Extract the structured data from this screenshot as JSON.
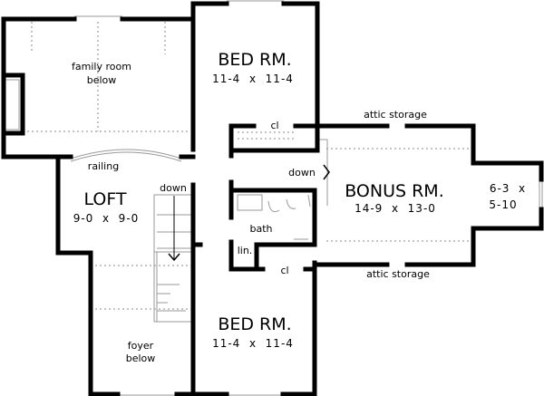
{
  "rooms": {
    "family": {
      "label1": "family room",
      "label2": "below"
    },
    "bed1": {
      "name": "BED RM.",
      "size": "11-4  x  11-4"
    },
    "bed2": {
      "name": "BED RM.",
      "size": "11-4  x  11-4"
    },
    "loft": {
      "name": "LOFT",
      "size": "9-0  x  9-0"
    },
    "bonus": {
      "name": "BONUS RM.",
      "size": "14-9  x  13-0",
      "alcove_size1": "6-3  x",
      "alcove_size2": "5-10"
    },
    "foyer": {
      "label1": "foyer",
      "label2": "below"
    }
  },
  "labels": {
    "railing": "railing",
    "stair_down": "down",
    "bonus_down": "down",
    "closet_top": "cl",
    "closet_bottom": "cl",
    "bath": "bath",
    "linen": "lin.",
    "attic_top": "attic storage",
    "attic_bottom": "attic storage"
  }
}
